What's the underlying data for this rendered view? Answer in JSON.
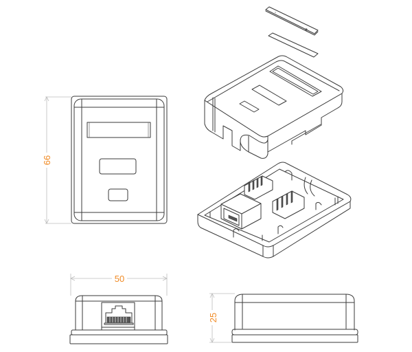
{
  "figure": {
    "subject": "Surface-mount RJ45 wall box, 1-port",
    "colors": {
      "line": "#3a3a3a",
      "dimension_line": "#bdbdbd",
      "dimension_text": "#f08a24",
      "background": "#ffffff"
    }
  },
  "views": {
    "front": {
      "label": "front-view"
    },
    "bottom": {
      "label": "bottom-view"
    },
    "side": {
      "label": "side-view"
    },
    "exploded": {
      "label": "exploded-isometric-view"
    }
  },
  "dimensions": {
    "height": "66",
    "width": "50",
    "depth": "25"
  }
}
